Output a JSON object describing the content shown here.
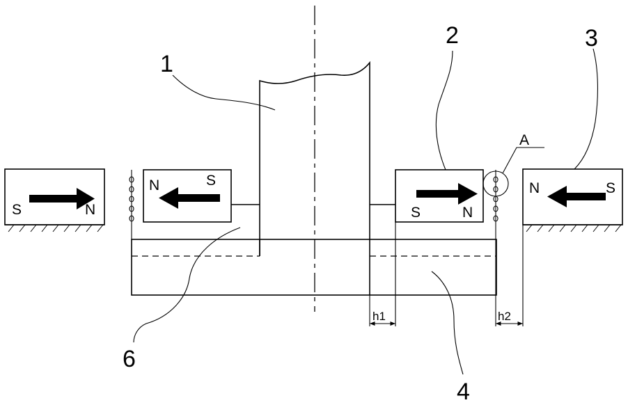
{
  "labels": {
    "shaft": "1",
    "inner_magnet": "2",
    "outer_magnet": "3",
    "base": "4",
    "hub": "6",
    "detail": "A",
    "gap_inner": "h1",
    "gap_outer": "h2"
  },
  "poles": {
    "left_outer": {
      "left": "S",
      "right": "N"
    },
    "left_inner": {
      "left": "N",
      "right": "S"
    },
    "right_inner": {
      "left": "S",
      "right": "N"
    },
    "right_outer": {
      "left": "N",
      "right": "S"
    }
  }
}
